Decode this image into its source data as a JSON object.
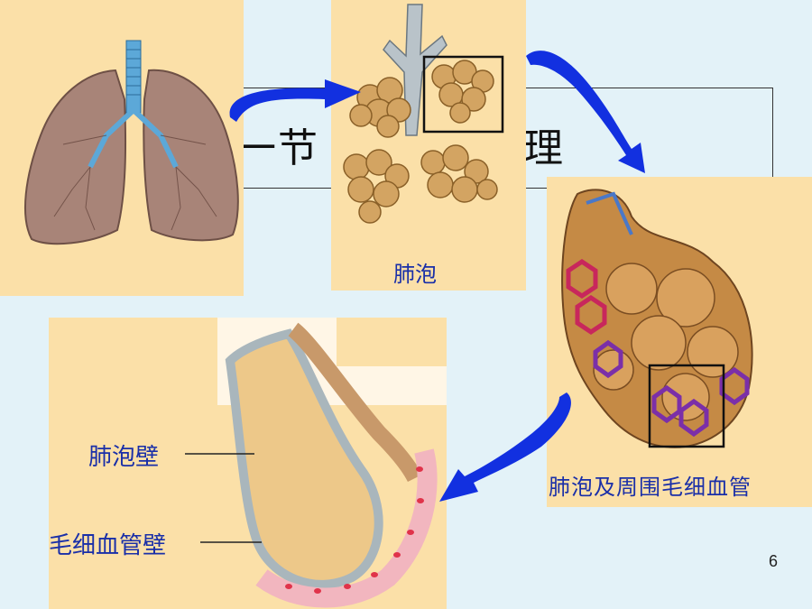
{
  "slide": {
    "title_left": "一节",
    "title_right": "原理",
    "page_number": "6"
  },
  "labels": {
    "alveoli": "肺泡",
    "alveoli_capillaries": "肺泡及周围毛细血管",
    "alveolar_wall": "肺泡壁",
    "capillary_wall": "毛细血管壁"
  },
  "colors": {
    "background": "#e3f2f8",
    "panel": "#fbe0a8",
    "arrow": "#1230e0",
    "label": "#1a2fa8"
  }
}
